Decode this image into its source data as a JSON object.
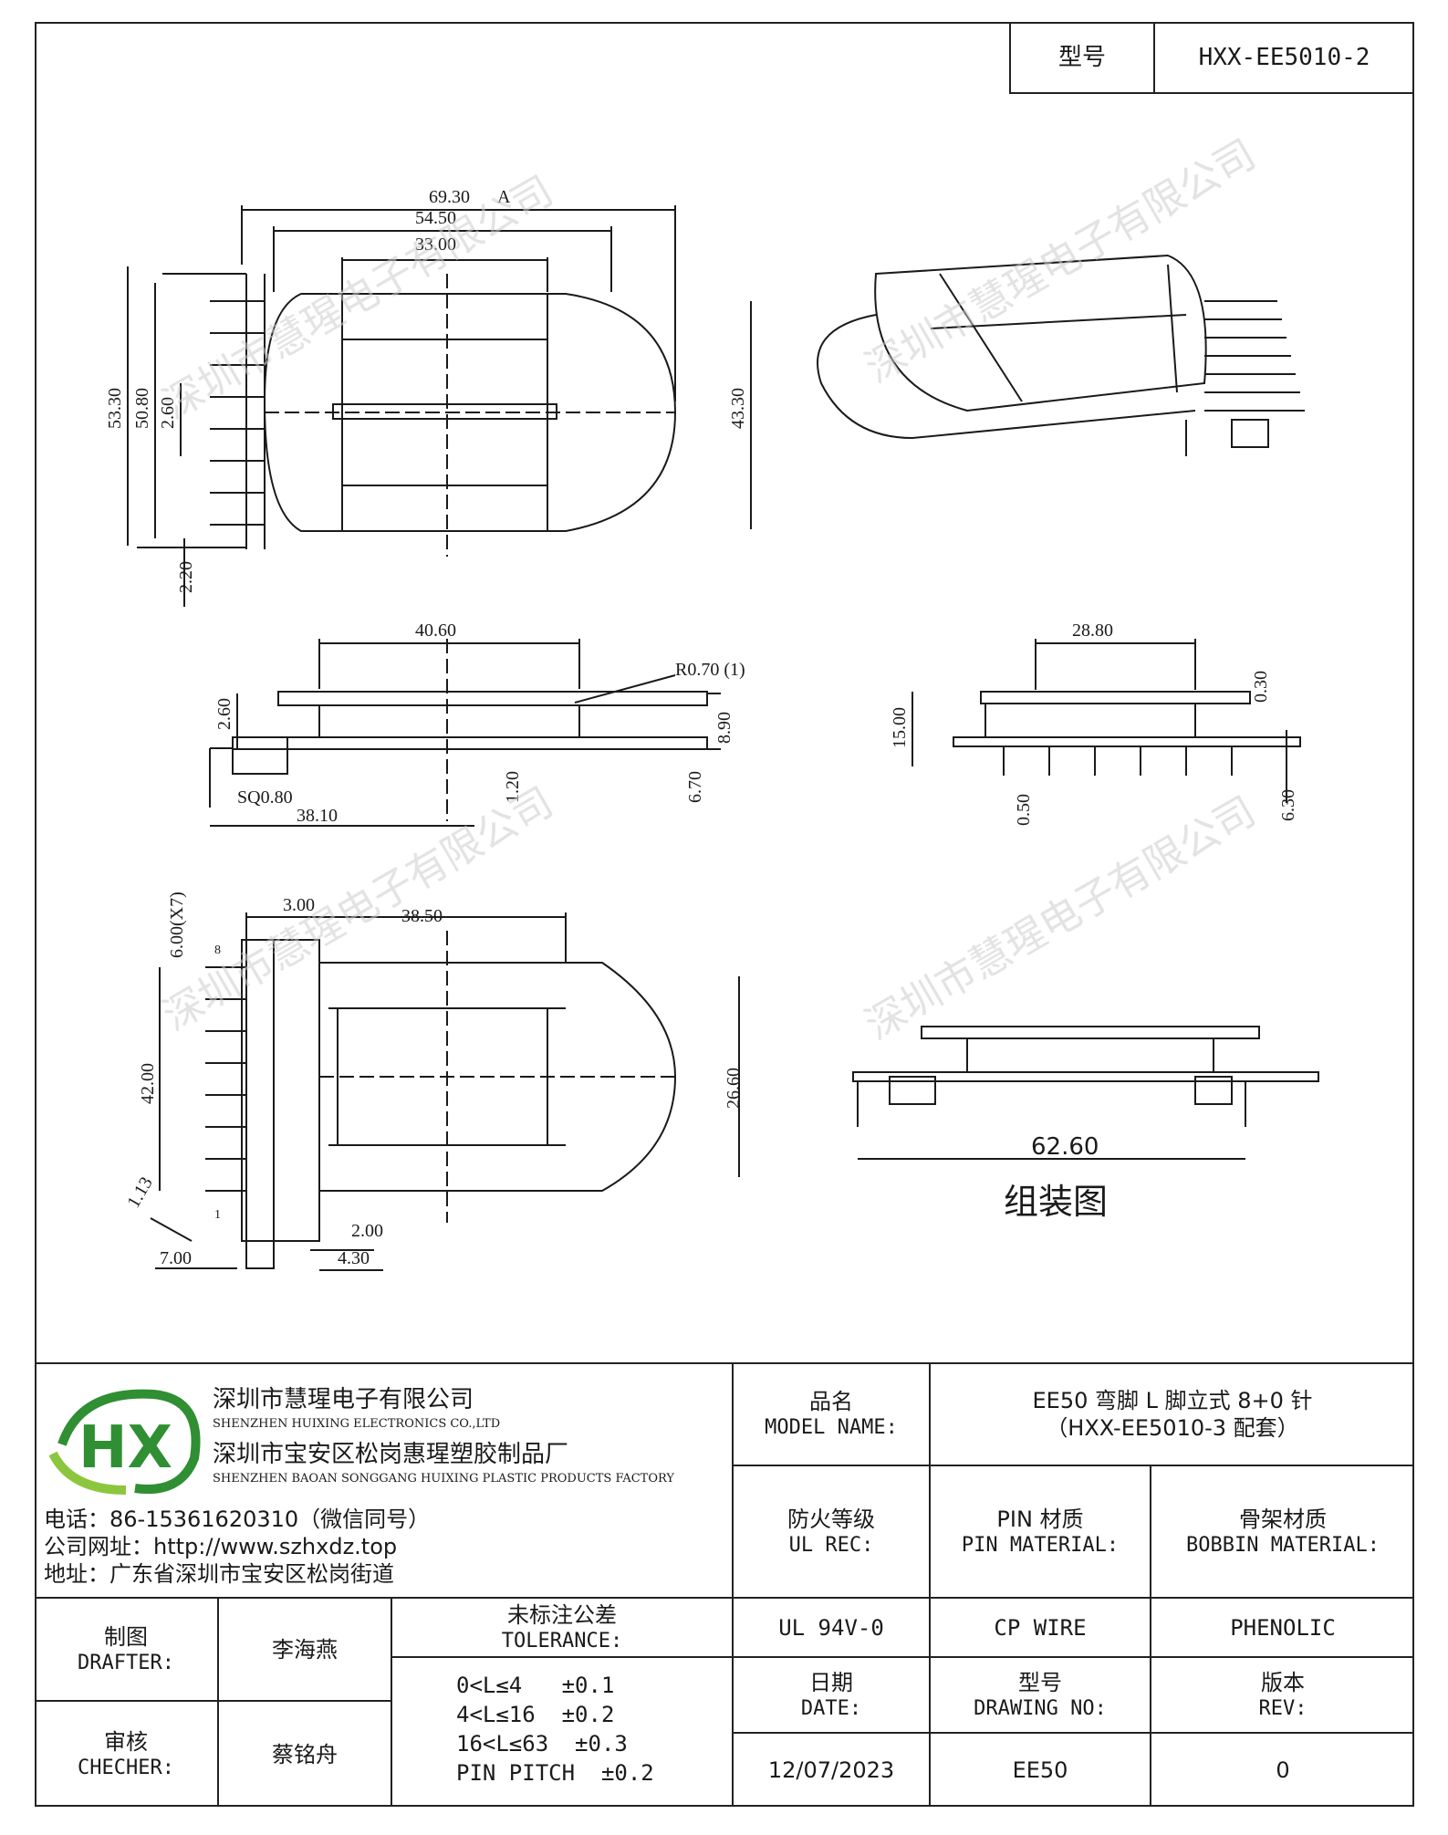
{
  "header": {
    "model_label": "型号",
    "model_value": "HXX-EE5010-2"
  },
  "drawing": {
    "dims": {
      "width_a": "69.30",
      "marker_a": "A",
      "width_b": "54.50",
      "width_c": "33.00",
      "height_d": "53.30",
      "height_e": "50.80",
      "pitch": "2.60",
      "height_f": "43.30",
      "offset": "2.20",
      "side_len": "40.60",
      "radius": "R0.70 (1)",
      "side_h1": "2.60",
      "side_h2": "8.90",
      "side_h3": "6.70",
      "side_h4": "1.20",
      "pin_sq": "SQ0.80",
      "side_w": "38.10",
      "end_k": "28.80",
      "end_h1": "15.00",
      "end_h2": "0.30",
      "end_h3": "0.50",
      "end_h4": "6.30",
      "pins_x7": "6.00(X7)",
      "bot_w1": "3.00",
      "bot_w2": "38.50",
      "bot_h1": "42.00",
      "bot_h2": "26.60",
      "bot_a": "1.13",
      "bot_b": "7.00",
      "bot_c": "2.00",
      "bot_d": "4.30",
      "pin8": "8",
      "pin1": "1",
      "assembly_w": "62.60"
    },
    "assembly_label": "组装图",
    "watermark": "深圳市慧瑆电子有限公司"
  },
  "company": {
    "logo_text": "HX",
    "name_cn": "深圳市慧瑆电子有限公司",
    "name_en": "SHENZHEN HUIXING ELECTRONICS CO.,LTD",
    "factory_cn": "深圳市宝安区松岗惠瑆塑胶制品厂",
    "factory_en": "SHENZHEN BAOAN SONGGANG HUIXING PLASTIC PRODUCTS FACTORY",
    "phone": "电话：86-15361620310（微信同号）",
    "website": "公司网址：http://www.szhxdz.top",
    "address": "地址：广东省深圳市宝安区松岗街道"
  },
  "title_block": {
    "model_name_cn": "品名",
    "model_name_en": "MODEL NAME:",
    "model_name_value1": "EE50 弯脚 L 脚立式 8+0 针",
    "model_name_value2": "（HXX-EE5010-3 配套）",
    "ul_cn": "防火等级",
    "ul_en": "UL REC:",
    "pin_cn": "PIN 材质",
    "pin_en": "PIN MATERIAL:",
    "bobbin_cn": "骨架材质",
    "bobbin_en": "BOBBIN MATERIAL:",
    "ul_value": "UL 94V-0",
    "pin_value": "CP WIRE",
    "bobbin_value": "PHENOLIC",
    "date_cn": "日期",
    "date_en": "DATE:",
    "drawing_cn": "型号",
    "drawing_en": "DRAWING NO:",
    "rev_cn": "版本",
    "rev_en": "REV:",
    "date_value": "12/07/2023",
    "drawing_value": "EE50",
    "rev_value": "0",
    "drafter_cn": "制图",
    "drafter_en": "DRAFTER:",
    "drafter_name": "李海燕",
    "checker_cn": "审核",
    "checker_en": "CHECHER:",
    "checker_name": "蔡铭舟",
    "tolerance_cn": "未标注公差",
    "tolerance_en": "TOLERANCE:",
    "tol_1": "0<L≤4   ±0.1",
    "tol_2": "4<L≤16  ±0.2",
    "tol_3": "16<L≤63  ±0.3",
    "tol_4": "PIN PITCH  ±0.2"
  }
}
